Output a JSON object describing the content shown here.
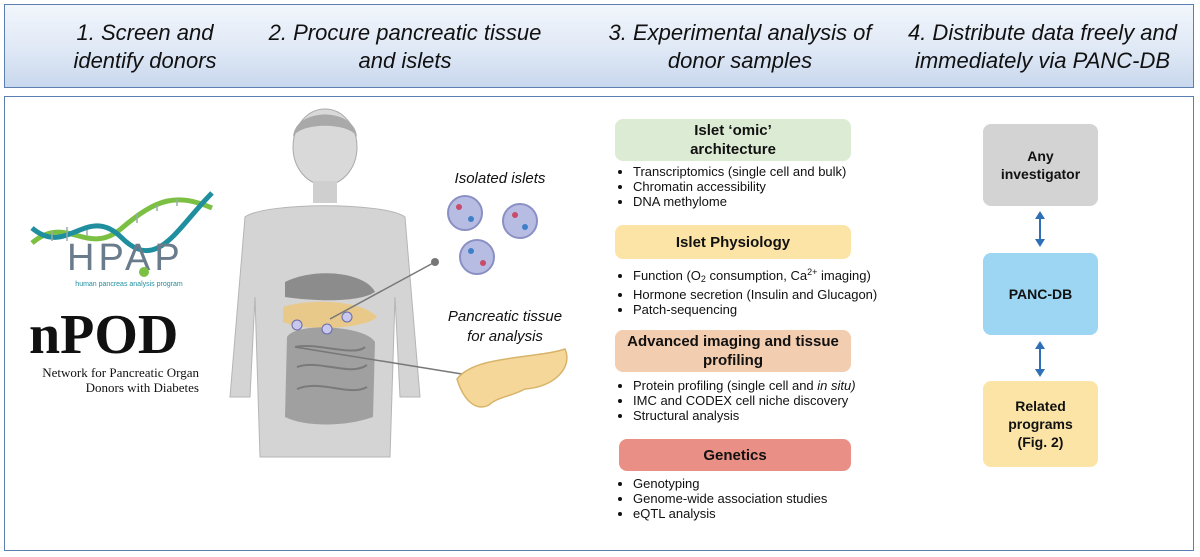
{
  "header": {
    "steps": [
      {
        "line1": "1. Screen and",
        "line2": "identify donors"
      },
      {
        "line1": "2. Procure pancreatic tissue",
        "line2": "and islets"
      },
      {
        "line1": "3. Experimental analysis of",
        "line2": "donor samples"
      },
      {
        "line1": "4. Distribute data freely and",
        "line2": "immediately via PANC-DB"
      }
    ]
  },
  "logos": {
    "hpap": {
      "wordmark": "HPAP",
      "tagline": "human pancreas analysis program"
    },
    "npod": {
      "wordmark": "nPOD",
      "line1": "Network for Pancreatic Organ",
      "line2": "Donors with Diabetes"
    }
  },
  "illustration": {
    "isolated_islets": "Isolated islets",
    "tissue_line1": "Pancreatic tissue",
    "tissue_line2": "for analysis"
  },
  "analysis": [
    {
      "title_line1": "Islet ‘omic’",
      "title_line2": "architecture",
      "color": "#dcebd4",
      "items": [
        "Transcriptomics (single cell and bulk)",
        "Chromatin accessibility",
        "DNA methylome"
      ]
    },
    {
      "title_line1": "Islet Physiology",
      "title_line2": "",
      "color": "#fbe4a6",
      "items": [
        "Function (O",
        "2",
        " consumption, Ca",
        "2+",
        " imaging)",
        "Hormone secretion (Insulin and Glucagon)",
        "Patch-sequencing"
      ]
    },
    {
      "title_line1": "Advanced imaging and tissue",
      "title_line2": "profiling",
      "color": "#f3cdb0",
      "items": [
        "Protein profiling (single cell and ",
        "in situ)",
        "IMC and CODEX cell niche discovery",
        "Structural analysis"
      ]
    },
    {
      "title_line1": "Genetics",
      "title_line2": "",
      "color": "#e98f86",
      "items": [
        "Genotyping",
        "Genome-wide association studies",
        "eQTL analysis"
      ]
    }
  ],
  "distribution": {
    "investigator_line1": "Any",
    "investigator_line2": "investigator",
    "pancdb": "PANC-DB",
    "related_line1": "Related",
    "related_line2": "programs",
    "related_line3": "(Fig. 2)",
    "colors": {
      "investigator": "#d3d3d3",
      "pancdb": "#9dd6f3",
      "related": "#fbe4a6",
      "arrow": "#2f6fb5"
    }
  }
}
